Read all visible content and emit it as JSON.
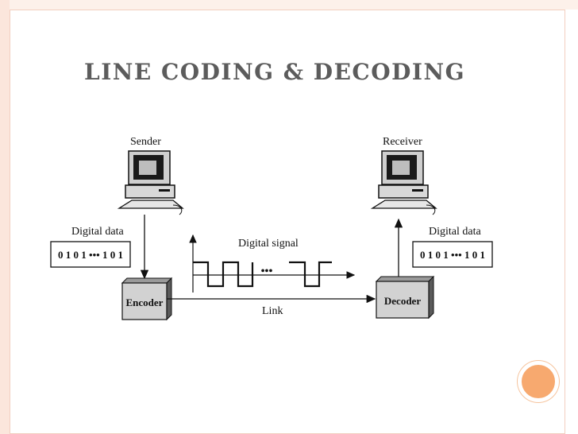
{
  "slide": {
    "title": "LINE CODING & DECODING"
  },
  "diagram": {
    "sender_label": "Sender",
    "receiver_label": "Receiver",
    "sender_data_label": "Digital data",
    "receiver_data_label": "Digital data",
    "sender_data_bits": "0 1 0 1 ••• 1 0 1",
    "receiver_data_bits": "0 1 0 1 ••• 1 0 1",
    "signal_label": "Digital signal",
    "signal_ellipsis": "•••",
    "encoder_label": "Encoder",
    "decoder_label": "Decoder",
    "link_label": "Link"
  },
  "colors": {
    "accent_circle": "#f7a96f",
    "frame": "#f2cfc0",
    "title": "#5c5c5c"
  }
}
